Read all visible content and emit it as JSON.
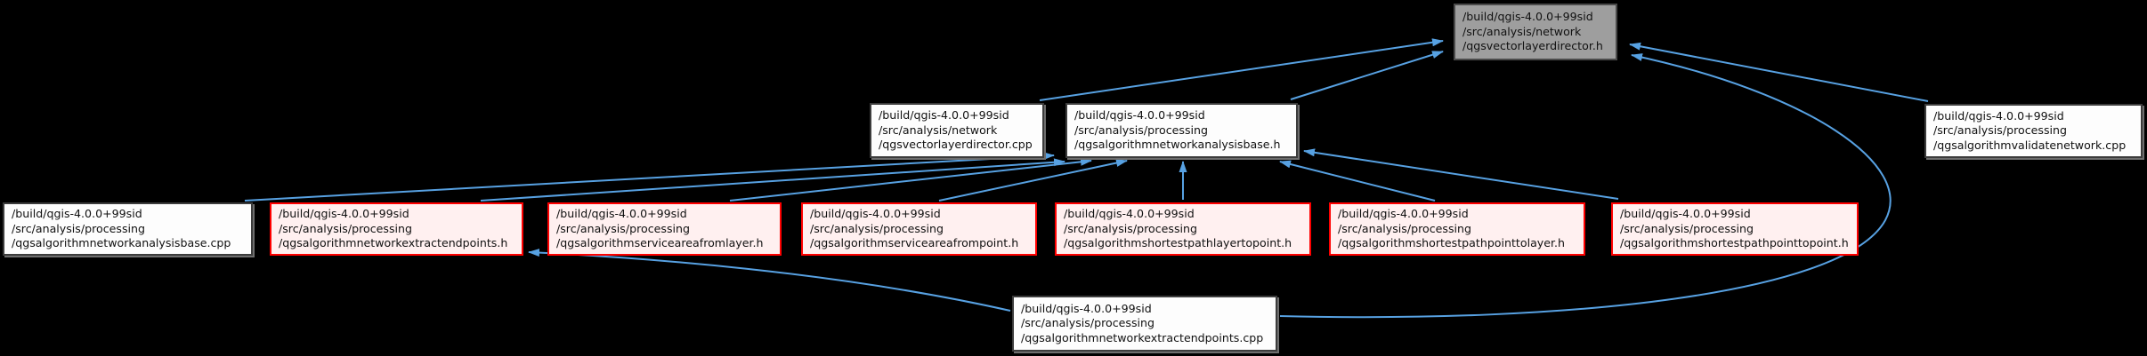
{
  "diagram": {
    "kind": "doxygen-include-dependency-graph",
    "colors": {
      "background": "#000000",
      "edge": "#57a1e2",
      "current_node_fill": "#9e9e9e",
      "current_node_border": "#4a4a4a",
      "normal_node_fill": "#fdfdfd",
      "normal_node_border": "#3c3c3c",
      "truncated_node_fill": "#fff0f0",
      "truncated_node_border": "#ff0000"
    },
    "nodes": {
      "director_h": {
        "label": "/build/qgis-4.0.0+99sid\n/src/analysis/network\n/qgsvectorlayerdirector.h",
        "role": "current"
      },
      "director_cpp": {
        "label": "/build/qgis-4.0.0+99sid\n/src/analysis/network\n/qgsvectorlayerdirector.cpp",
        "role": "normal"
      },
      "analysisbase_h": {
        "label": "/build/qgis-4.0.0+99sid\n/src/analysis/processing\n/qgsalgorithmnetworkanalysisbase.h",
        "role": "normal"
      },
      "validatenetwork_cpp": {
        "label": "/build/qgis-4.0.0+99sid\n/src/analysis/processing\n/qgsalgorithmvalidatenetwork.cpp",
        "role": "normal"
      },
      "analysisbase_cpp": {
        "label": "/build/qgis-4.0.0+99sid\n/src/analysis/processing\n/qgsalgorithmnetworkanalysisbase.cpp",
        "role": "normal"
      },
      "extractendpoints_h": {
        "label": "/build/qgis-4.0.0+99sid\n/src/analysis/processing\n/qgsalgorithmnetworkextractendpoints.h",
        "role": "truncated"
      },
      "serviceareafromlayer_h": {
        "label": "/build/qgis-4.0.0+99sid\n/src/analysis/processing\n/qgsalgorithmserviceareafromlayer.h",
        "role": "truncated"
      },
      "serviceareafrompoint_h": {
        "label": "/build/qgis-4.0.0+99sid\n/src/analysis/processing\n/qgsalgorithmserviceareafrompoint.h",
        "role": "truncated"
      },
      "shortestpathlayertopoint_h": {
        "label": "/build/qgis-4.0.0+99sid\n/src/analysis/processing\n/qgsalgorithmshortestpathlayertopoint.h",
        "role": "truncated"
      },
      "shortestpathpointtolayer_h": {
        "label": "/build/qgis-4.0.0+99sid\n/src/analysis/processing\n/qgsalgorithmshortestpathpointtolayer.h",
        "role": "truncated"
      },
      "shortestpathpointtopoint_h": {
        "label": "/build/qgis-4.0.0+99sid\n/src/analysis/processing\n/qgsalgorithmshortestpathpointtopoint.h",
        "role": "truncated"
      },
      "extractendpoints_cpp": {
        "label": "/build/qgis-4.0.0+99sid\n/src/analysis/processing\n/qgsalgorithmnetworkextractendpoints.cpp",
        "role": "normal"
      }
    },
    "edges": [
      {
        "from": "director_cpp",
        "to": "director_h"
      },
      {
        "from": "analysisbase_h",
        "to": "director_h"
      },
      {
        "from": "validatenetwork_cpp",
        "to": "director_h"
      },
      {
        "from": "extractendpoints_cpp",
        "to": "director_h"
      },
      {
        "from": "analysisbase_cpp",
        "to": "analysisbase_h"
      },
      {
        "from": "extractendpoints_h",
        "to": "analysisbase_h"
      },
      {
        "from": "serviceareafromlayer_h",
        "to": "analysisbase_h"
      },
      {
        "from": "serviceareafrompoint_h",
        "to": "analysisbase_h"
      },
      {
        "from": "shortestpathlayertopoint_h",
        "to": "analysisbase_h"
      },
      {
        "from": "shortestpathpointtolayer_h",
        "to": "analysisbase_h"
      },
      {
        "from": "shortestpathpointtopoint_h",
        "to": "analysisbase_h"
      },
      {
        "from": "extractendpoints_cpp",
        "to": "extractendpoints_h"
      }
    ]
  }
}
